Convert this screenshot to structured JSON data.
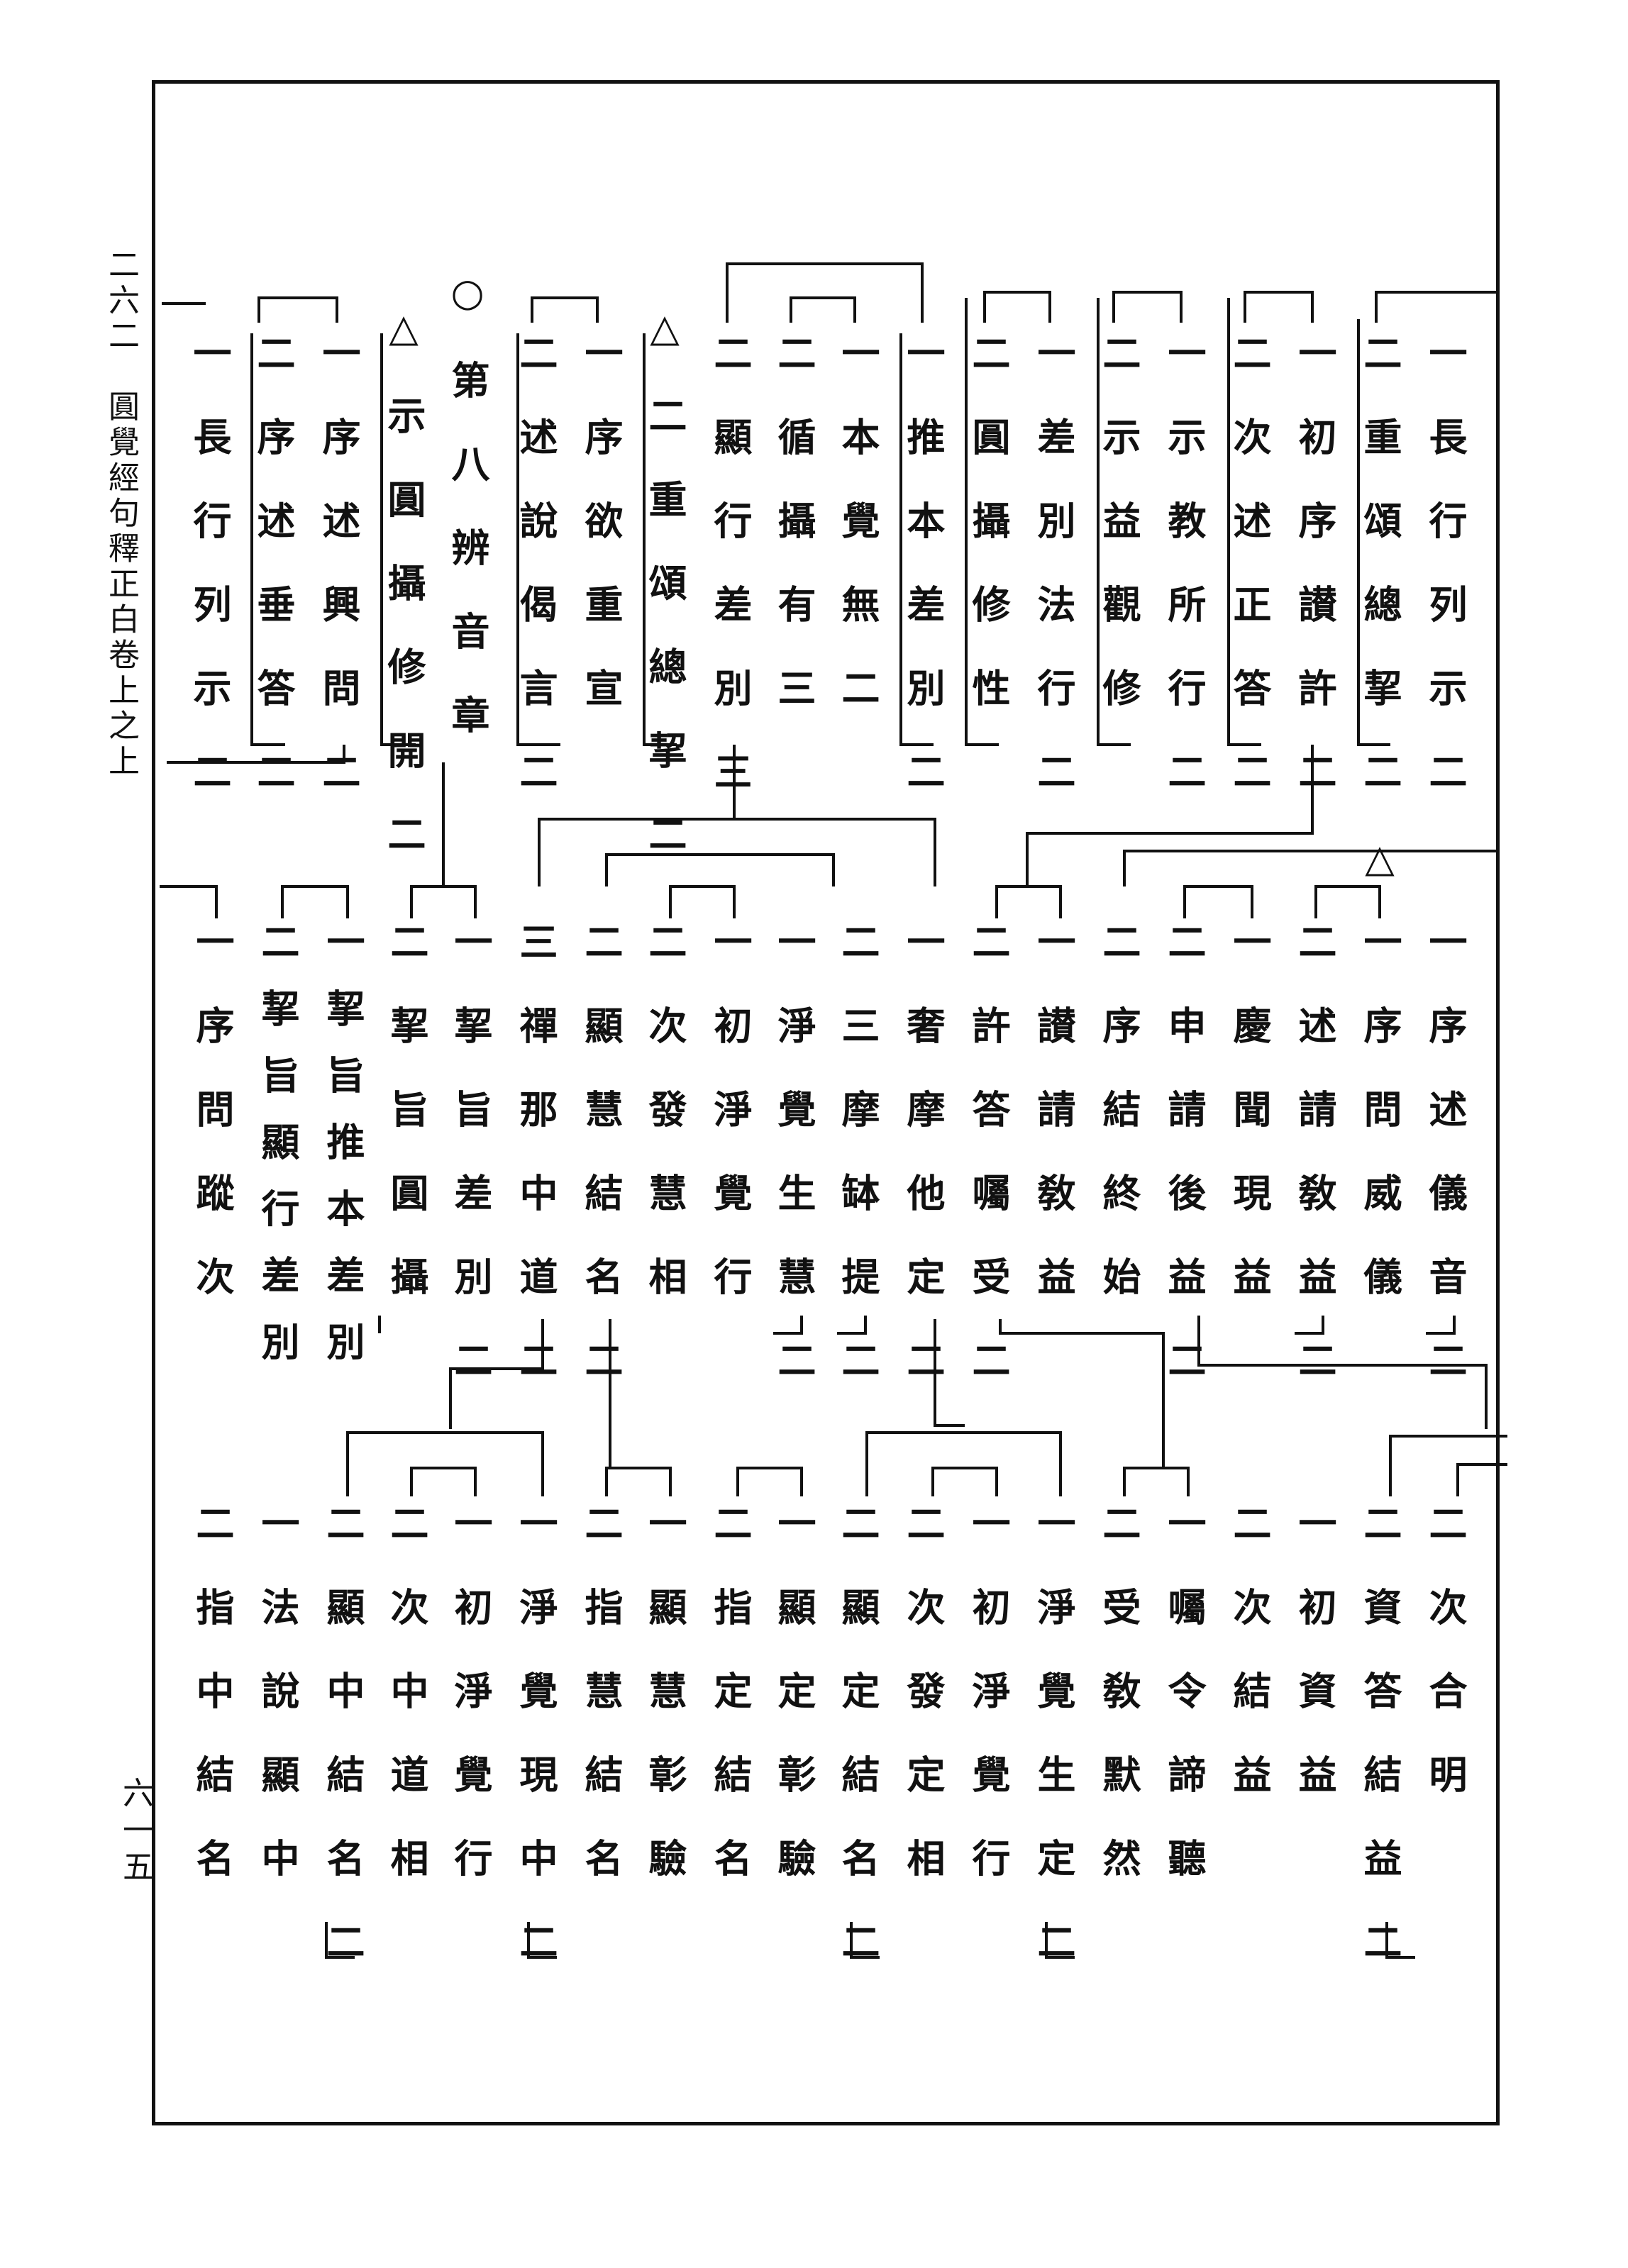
{
  "margin": {
    "running_title": "二六二　圓覺經句釋正白卷上之上",
    "page_number": "六一五"
  },
  "row1": [
    "一長行列示二",
    "二重頌總挈二△",
    "一初序讃許二",
    "二次述正答二",
    "一示教所行二",
    "二示益觀修",
    "一差別法行二",
    "二圓攝修性",
    "一推本差別二",
    "一本覺無二",
    "二循攝有三",
    "二顯行差別三",
    "△二重頌總挈二",
    "一序欲重宣",
    "二述說偈言二",
    "○第八辨音章",
    "△示圓攝修開二",
    "一序述興問二",
    "二序述垂答二",
    "一長行列示二"
  ],
  "row2": [
    "一序述儀音二",
    "一序問威儀",
    "二述請敎益二",
    "一慶聞現益",
    "二申請後益二",
    "二序結終始",
    "一讃請敎益",
    "二許答囑受二",
    "一奢摩他定二",
    "二三摩缽提二",
    "一淨覺生慧二",
    "一初淨覺行",
    "二次發慧相",
    "二顯慧結名二",
    "三禪那中道二",
    "一挈旨差別二",
    "二挈旨圓攝",
    "一挈旨推本差別",
    "二挈旨顯行差別",
    "一序問蹤次"
  ],
  "row3": [
    "二次合明",
    "二資答結益二",
    "一初資益",
    "二次結益",
    "一囑令諦聽",
    "二受敎默然",
    "一淨覺生定二",
    "一初淨覺行",
    "二次發定相",
    "二顯定結名二",
    "一顯定彰驗",
    "二指定結名",
    "一顯慧彰驗",
    "二指慧結名",
    "一淨覺現中二",
    "一初淨覺行",
    "二次中道相",
    "二顯中結名二",
    "一法說顯中",
    "二指中結名"
  ]
}
